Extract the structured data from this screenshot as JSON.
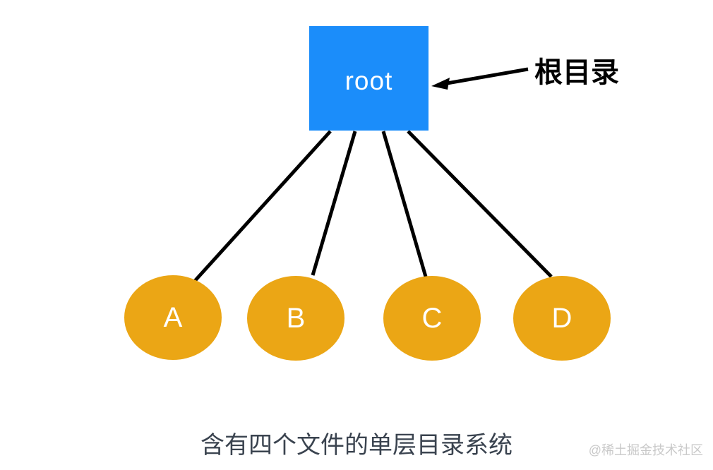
{
  "diagram": {
    "root": {
      "label": "root"
    },
    "children": [
      {
        "label": "A"
      },
      {
        "label": "B"
      },
      {
        "label": "C"
      },
      {
        "label": "D"
      }
    ],
    "annotation": "根目录",
    "caption": "含有四个文件的单层目录系统",
    "watermark": "@稀土掘金技术社区"
  },
  "colors": {
    "background": "#ffffff",
    "root-fill": "#1b8dfa",
    "node-fill": "#eba615",
    "node-text": "#ffffff",
    "line": "#000000",
    "caption-text": "#3a434f",
    "watermark-text": "#c9c9c9"
  }
}
